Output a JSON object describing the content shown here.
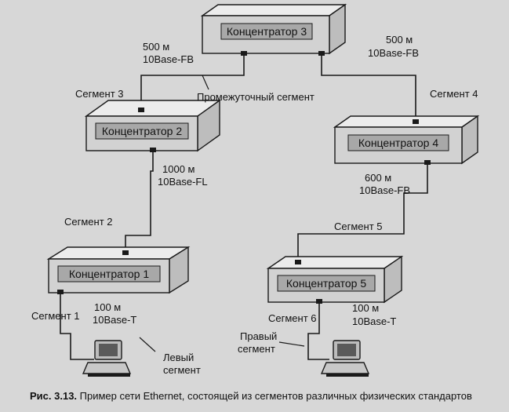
{
  "figure": {
    "caption_fig": "Рис. 3.13.",
    "caption_text": "Пример сети Ethernet, состоящей из сегментов различных физических стандартов"
  },
  "hubs": [
    {
      "id": "hub3",
      "label": "Концентратор 3"
    },
    {
      "id": "hub2",
      "label": "Концентратор 2"
    },
    {
      "id": "hub4",
      "label": "Концентратор 4"
    },
    {
      "id": "hub1",
      "label": "Концентратор 1"
    },
    {
      "id": "hub5",
      "label": "Концентратор 5"
    }
  ],
  "labels": {
    "seg3_speed": "500 м",
    "seg3_std": "10Base-FB",
    "seg4_speed": "500 м",
    "seg4_std": "10Base-FB",
    "intermediate": "Промежуточный сегмент",
    "seg3": "Сегмент 3",
    "seg4": "Сегмент 4",
    "seg2_speed": "1000 м",
    "seg2_std": "10Base-FL",
    "seg5_speed": "600 м",
    "seg5_std": "10Base-FB",
    "seg2": "Сегмент 2",
    "seg5": "Сегмент 5",
    "seg1": "Сегмент 1",
    "seg1_speed": "100 м",
    "seg1_std": "10Base-T",
    "seg6": "Сегмент 6",
    "seg6_speed": "100 м",
    "seg6_std": "10Base-T",
    "left_seg_1": "Левый",
    "left_seg_2": "сегмент",
    "right_seg_1": "Правый",
    "right_seg_2": "сегмент"
  },
  "colors": {
    "background": "#d7d7d7",
    "hub_front": "#d2d2d2",
    "hub_top": "#ececec",
    "hub_side": "#bdbdbd",
    "label_box": "#a8a8a8",
    "line": "#1a1a1a"
  }
}
